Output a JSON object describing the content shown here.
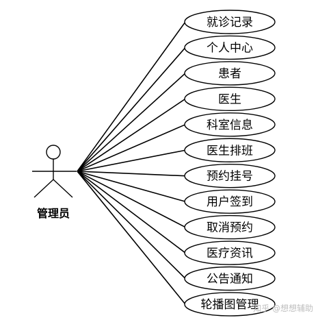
{
  "actor": {
    "icon": "stick-figure-actor-icon",
    "label": "管理员"
  },
  "use_cases": [
    "就诊记录",
    "个人中心",
    "患者",
    "医生",
    "科室信息",
    "医生排班",
    "预约挂号",
    "用户签到",
    "取消预约",
    "医疗资讯",
    "公告通知",
    "轮播图管理"
  ],
  "watermark": {
    "text": "知乎 @想想辅助",
    "color": "#bfbfbf"
  },
  "colors": {
    "line": "#000000",
    "ellipse_fill": "#ffffff",
    "text": "#000000"
  }
}
